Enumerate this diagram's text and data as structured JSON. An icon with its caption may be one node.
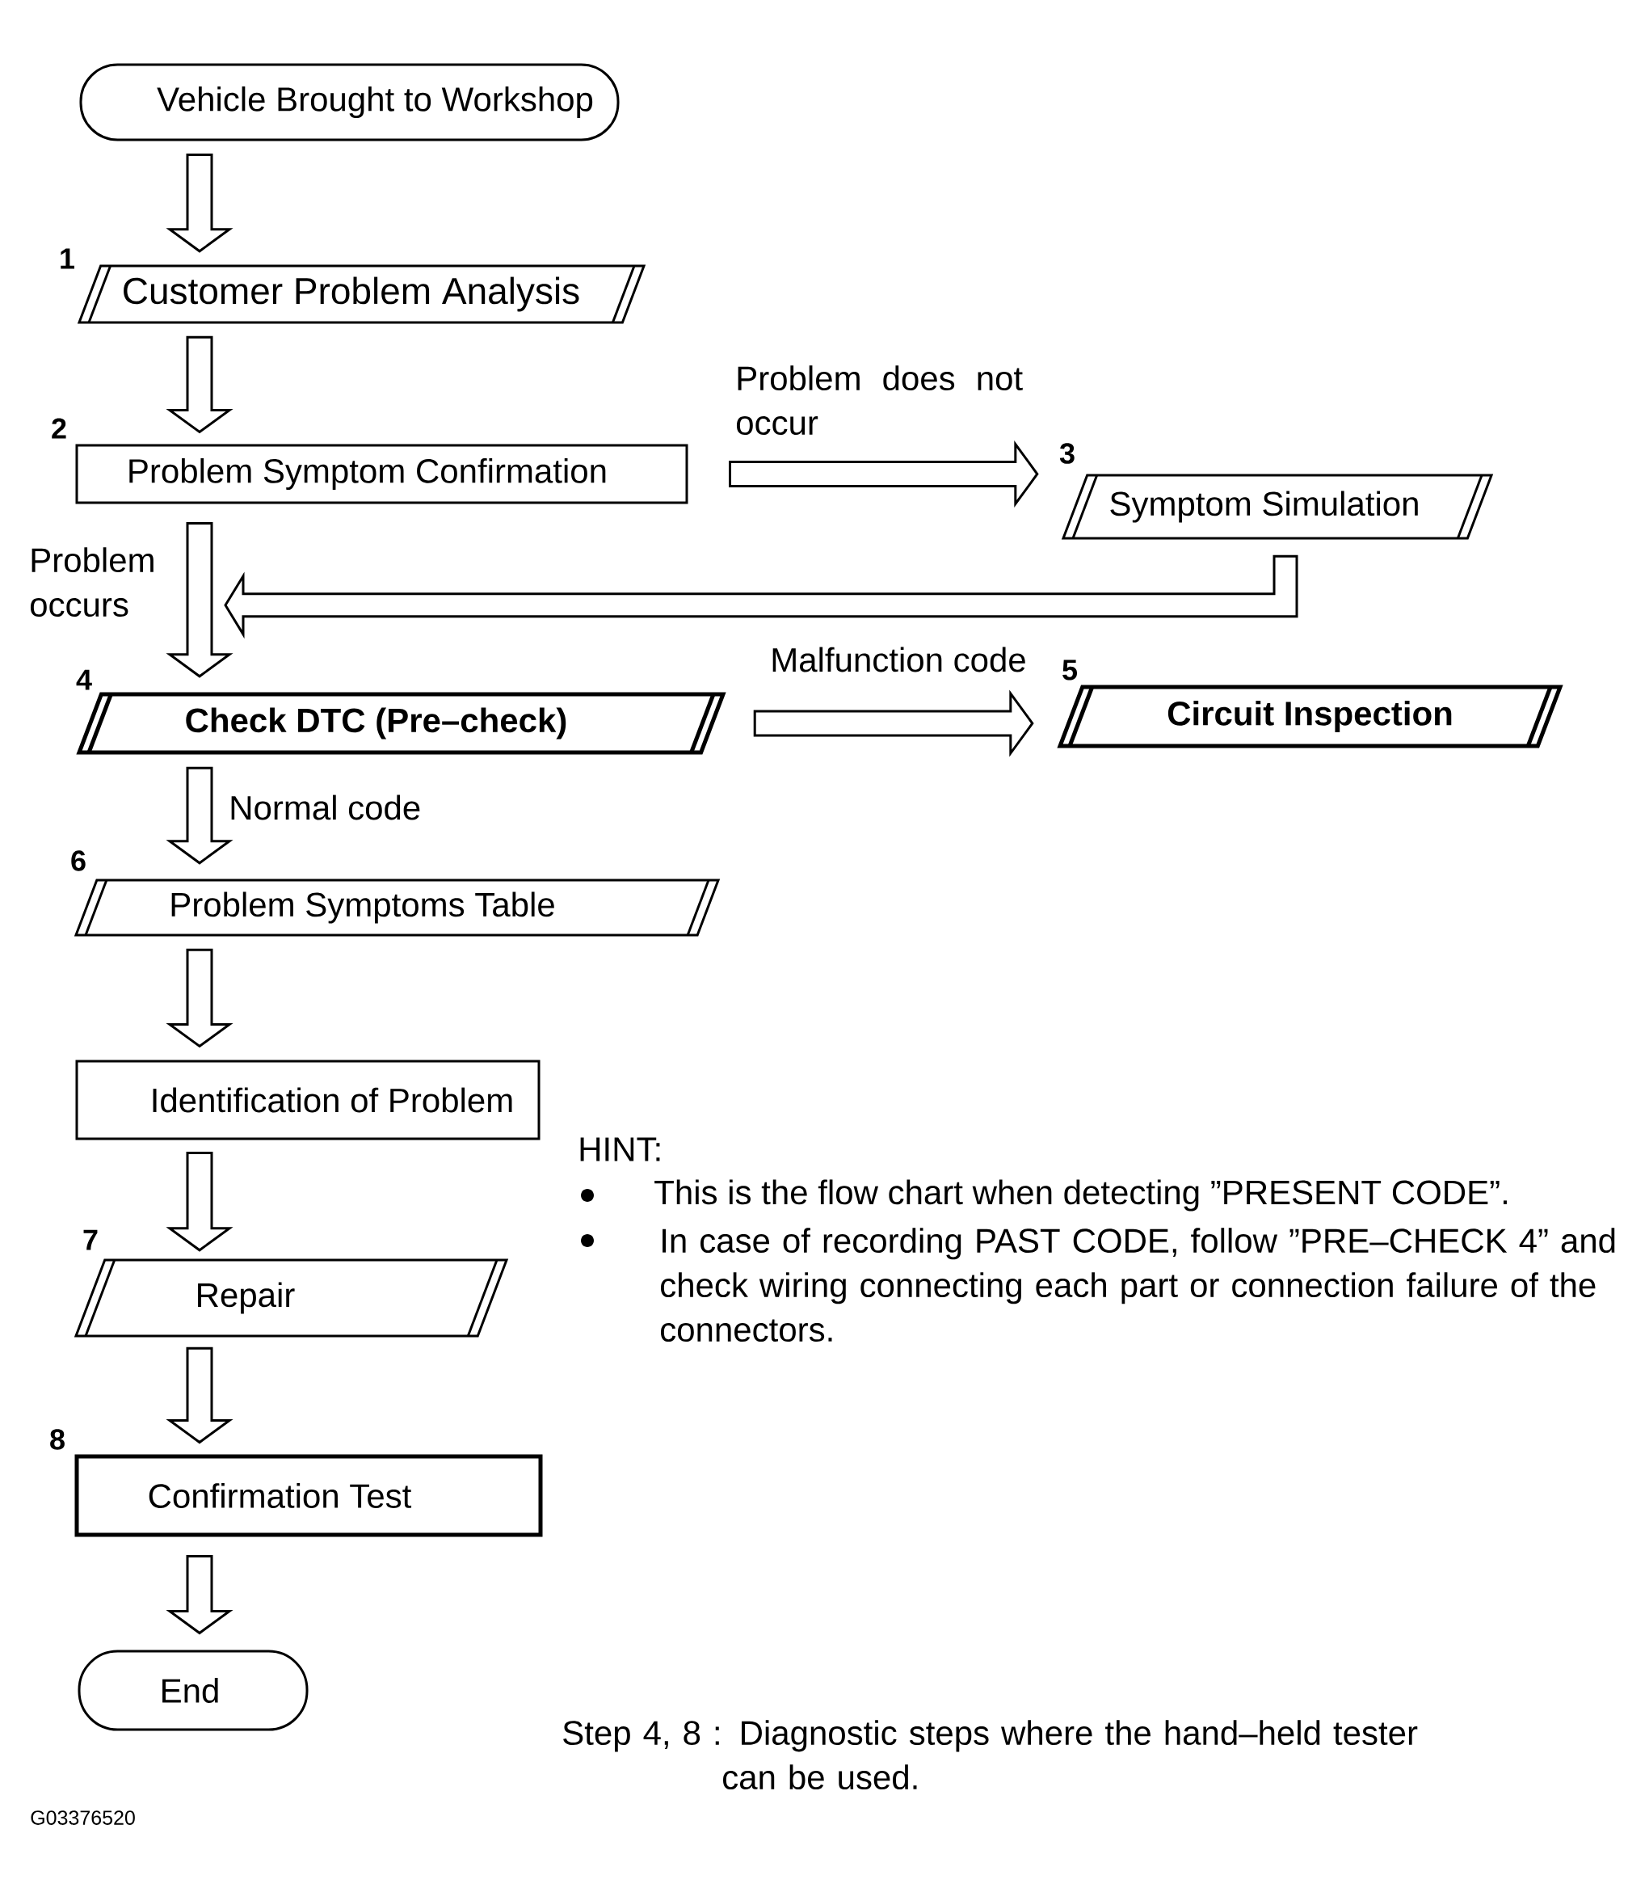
{
  "diagram": {
    "nodes": [
      {
        "text": [
          "Vehicle Brought to Workshop"
        ]
      },
      {
        "text": [
          "Customer Problem Analysis"
        ],
        "beside": [
          "1"
        ]
      },
      {
        "text": [
          "Problem Symptom Confirmation"
        ],
        "beside": [
          "2"
        ]
      },
      {
        "text": [
          "Symptom Simulation"
        ],
        "beside": [
          "3"
        ]
      },
      {
        "text": [
          "Check DTC (Pre–check)"
        ],
        "beside": [
          "4"
        ]
      },
      {
        "text": [
          "Circuit Inspection"
        ],
        "beside": [
          "5"
        ]
      },
      {
        "text": [
          "Problem Symptoms Table"
        ],
        "beside": [
          "6"
        ]
      },
      {
        "text": [
          "Identification of Problem"
        ]
      },
      {
        "text": [
          "Repair"
        ],
        "beside": [
          "7"
        ]
      },
      {
        "text": [
          "Confirmation Test"
        ],
        "beside": [
          "8"
        ]
      },
      {
        "text": [
          "End"
        ]
      }
    ],
    "edges": [
      {
        "from": 0,
        "to": 1,
        "arrow": "to"
      },
      {
        "from": 1,
        "to": 2,
        "arrow": "to"
      },
      {
        "from": 2,
        "to": 3,
        "arrow": "to",
        "label": "Problem does not occur"
      },
      {
        "from": 2,
        "to": 4,
        "arrow": "to",
        "label": "Problem occurs"
      },
      {
        "from": 3,
        "to": 4,
        "arrow": "to"
      },
      {
        "from": 4,
        "to": 5,
        "arrow": "to",
        "label": "Malfunction code"
      },
      {
        "from": 4,
        "to": 6,
        "arrow": "to",
        "label": "Normal code"
      },
      {
        "from": 6,
        "to": 7,
        "arrow": "to"
      },
      {
        "from": 7,
        "to": 8,
        "arrow": "to"
      },
      {
        "from": 8,
        "to": 9,
        "arrow": "to"
      },
      {
        "from": 9,
        "to": 10,
        "arrow": "to"
      }
    ],
    "labels": [
      "HINT:",
      "This is the flow chart when detecting ”PRESENT CODE”.",
      "In case of recording PAST CODE, follow ”PRE–CHECK 4” and check wiring connecting each part or connection failure of the connectors.",
      "Step 4, 8 : Diagnostic steps where the hand–held tester can be used.",
      "G03376520"
    ]
  }
}
